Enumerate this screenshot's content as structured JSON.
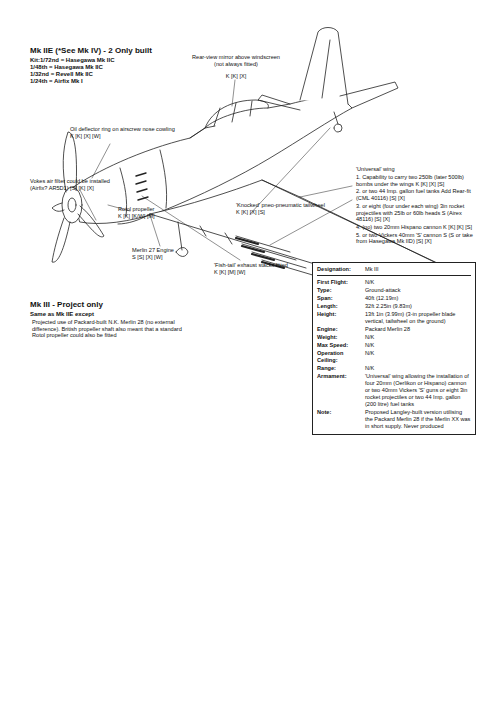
{
  "diagram": {
    "title": "Mk IIE (*See Mk IV) - 2 Only built",
    "nodes": [
      {
        "text": [
          "Designation:",
          "Mk III",
          "First Flight:",
          "N/K",
          "Type:",
          "Ground-attack",
          "Span:",
          "40ft (12.19m)",
          "Length:",
          "32ft 2.25in (9.83m)",
          "Height:",
          "13ft 1in (3.99m) (3-in propeller blade vertical, tailwheel on the ground)",
          "Engine:",
          "Packard Merlin 28",
          "Weight:",
          "N/K",
          "Max Speed:",
          "N/K",
          "Operation Ceiling:",
          "N/K",
          "Range:",
          "N/K",
          "Armament:",
          "'Universal' wing allowing the installation of four 20mm (Oerlikon or Hispano) cannon or two 40mm Vickers 'S' guns or eight 3in rocket projectiles or two 44 Imp. gallon (200 litre) fuel tanks",
          "Note:",
          "Proposed Langley-built version utilising the Packard Merlin 28 if the Merlin XX was in short supply. Never produced"
        ]
      }
    ],
    "labels": [
      "Kit:1/72nd = Hasegawa Mk IIC",
      "1/48th = Hasegawa Mk IIC",
      "1/32nd = Revell Mk IIC",
      "1/24th = Airfix Mk I",
      "Rear-view mirror above windscreen (not always fitted)",
      "K [K] [X]",
      "Oil deflector ring on airscrew nose cowling",
      "K [K] [X] [W]",
      "Vokes air filter could be installed (Airfix? AR5D1) [S] [K] [X]",
      "Rotol propeller",
      "K [K] [K/W] [M]",
      "Merlin 27 Engine",
      "S [S] [X] [W]",
      "'Fish-tail' exhaust stacks fitted",
      "K [K] [M] [W]",
      "'Knocked' pneo-pneumatic tailwheel",
      "K [K] [X] [S]",
      "'Universal' wing",
      "1. Capability to carry two 250lb (later 500lb) bombs under the wings K [K] [X] [S]",
      "2. or two 44 Imp. gallon fuel tanks Add Rear-fit (CML 40116) [S] [X]",
      "3. or eight (four under each wing) 3in rocket projectiles with 25lb or 60lb heads S (Airex 48116) [S] [X]",
      "4. (no) two 20mm Hispano cannon K [K] [K] [S]",
      "5. or two Vickers 40mm 'S' cannon S (S or take from Hasegawa Mk IID) [S] [X]",
      "Mk III - Project only",
      "Same as Mk IIE except",
      "Projected use of Packard-built N.K. Merlin 28 (no external difference). British propeller shaft also meant that a standard Rotol propeller could also be fitted"
    ]
  }
}
